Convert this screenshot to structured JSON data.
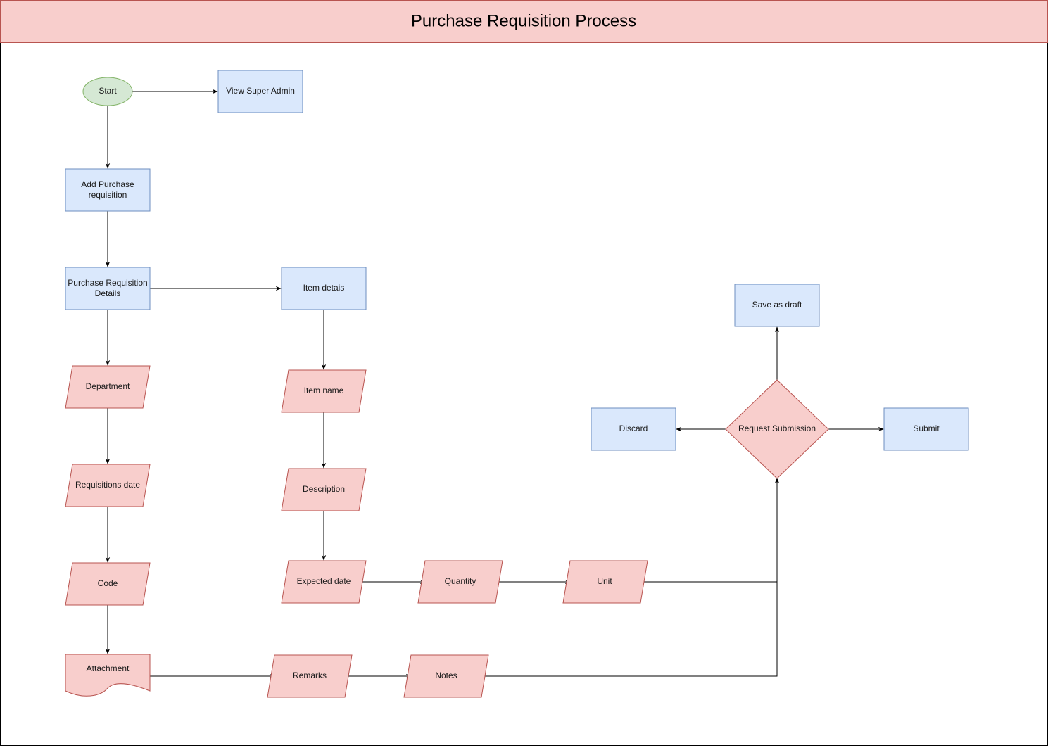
{
  "title": "Purchase Requisition Process",
  "colors": {
    "title_fill": "#f8cecc",
    "title_stroke": "#b85450",
    "ellipse_fill": "#d5e8d4",
    "ellipse_stroke": "#82b366",
    "process_fill": "#dae8fc",
    "process_stroke": "#6c8ebf",
    "io_fill": "#f8cecc",
    "io_stroke": "#b85450",
    "edge": "#000000"
  },
  "nodes": {
    "start": "Start",
    "view_super_admin": "View Super Admin",
    "add_purchase_requisition": [
      "Add Purchase",
      "requisition"
    ],
    "purchase_requisition_details": [
      "Purchase Requisition",
      "Details"
    ],
    "item_details": "Item detais",
    "department": "Department",
    "requisitions_date": "Requisitions date",
    "code": "Code",
    "attachment": "Attachment",
    "item_name": "Item name",
    "description": "Description",
    "expected_date": "Expected date",
    "quantity": "Quantity",
    "unit": "Unit",
    "remarks": "Remarks",
    "notes": "Notes",
    "request_submission": "Request Submission",
    "save_as_draft": "Save as draft",
    "discard": "Discard",
    "submit": "Submit"
  }
}
